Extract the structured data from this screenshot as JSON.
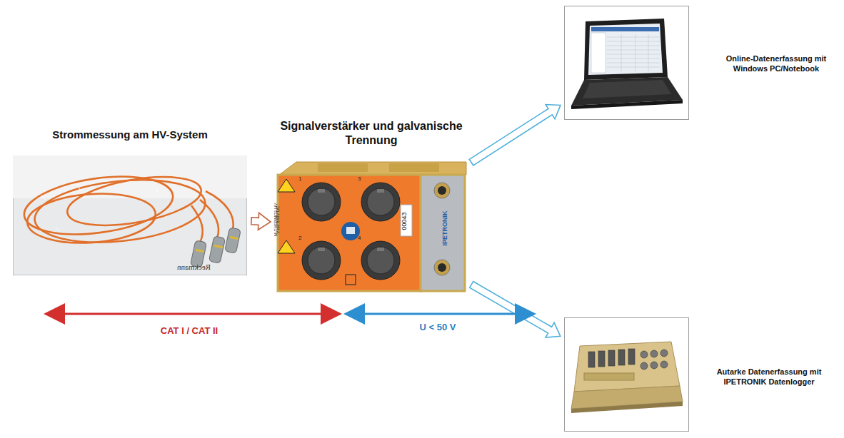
{
  "diagram": {
    "nodes": [
      {
        "text": [
          "Strommessung am HV-System"
        ]
      },
      {
        "text": [
          "Signalverstärker und galvanische Trennung"
        ]
      },
      {
        "text": [
          "Online-Datenerfassung mit Windows PC/Notebook"
        ]
      },
      {
        "text": [
          "Autarke Datenerfassung mit IPETRONIK Datenlogger"
        ]
      }
    ],
    "edges": [
      {
        "from": 0,
        "to": 1,
        "arrow": "to"
      },
      {
        "from": 1,
        "to": 2,
        "arrow": "to"
      },
      {
        "from": 1,
        "to": 3,
        "arrow": "to"
      }
    ],
    "labels": [
      "Reckmann",
      "1",
      "3",
      "2",
      "4",
      "M-THERMO2 HV",
      "V-iso 840V DC",
      "00043",
      "IPETRONIK",
      "CAT I / CAT II",
      "U < 50 V"
    ]
  }
}
